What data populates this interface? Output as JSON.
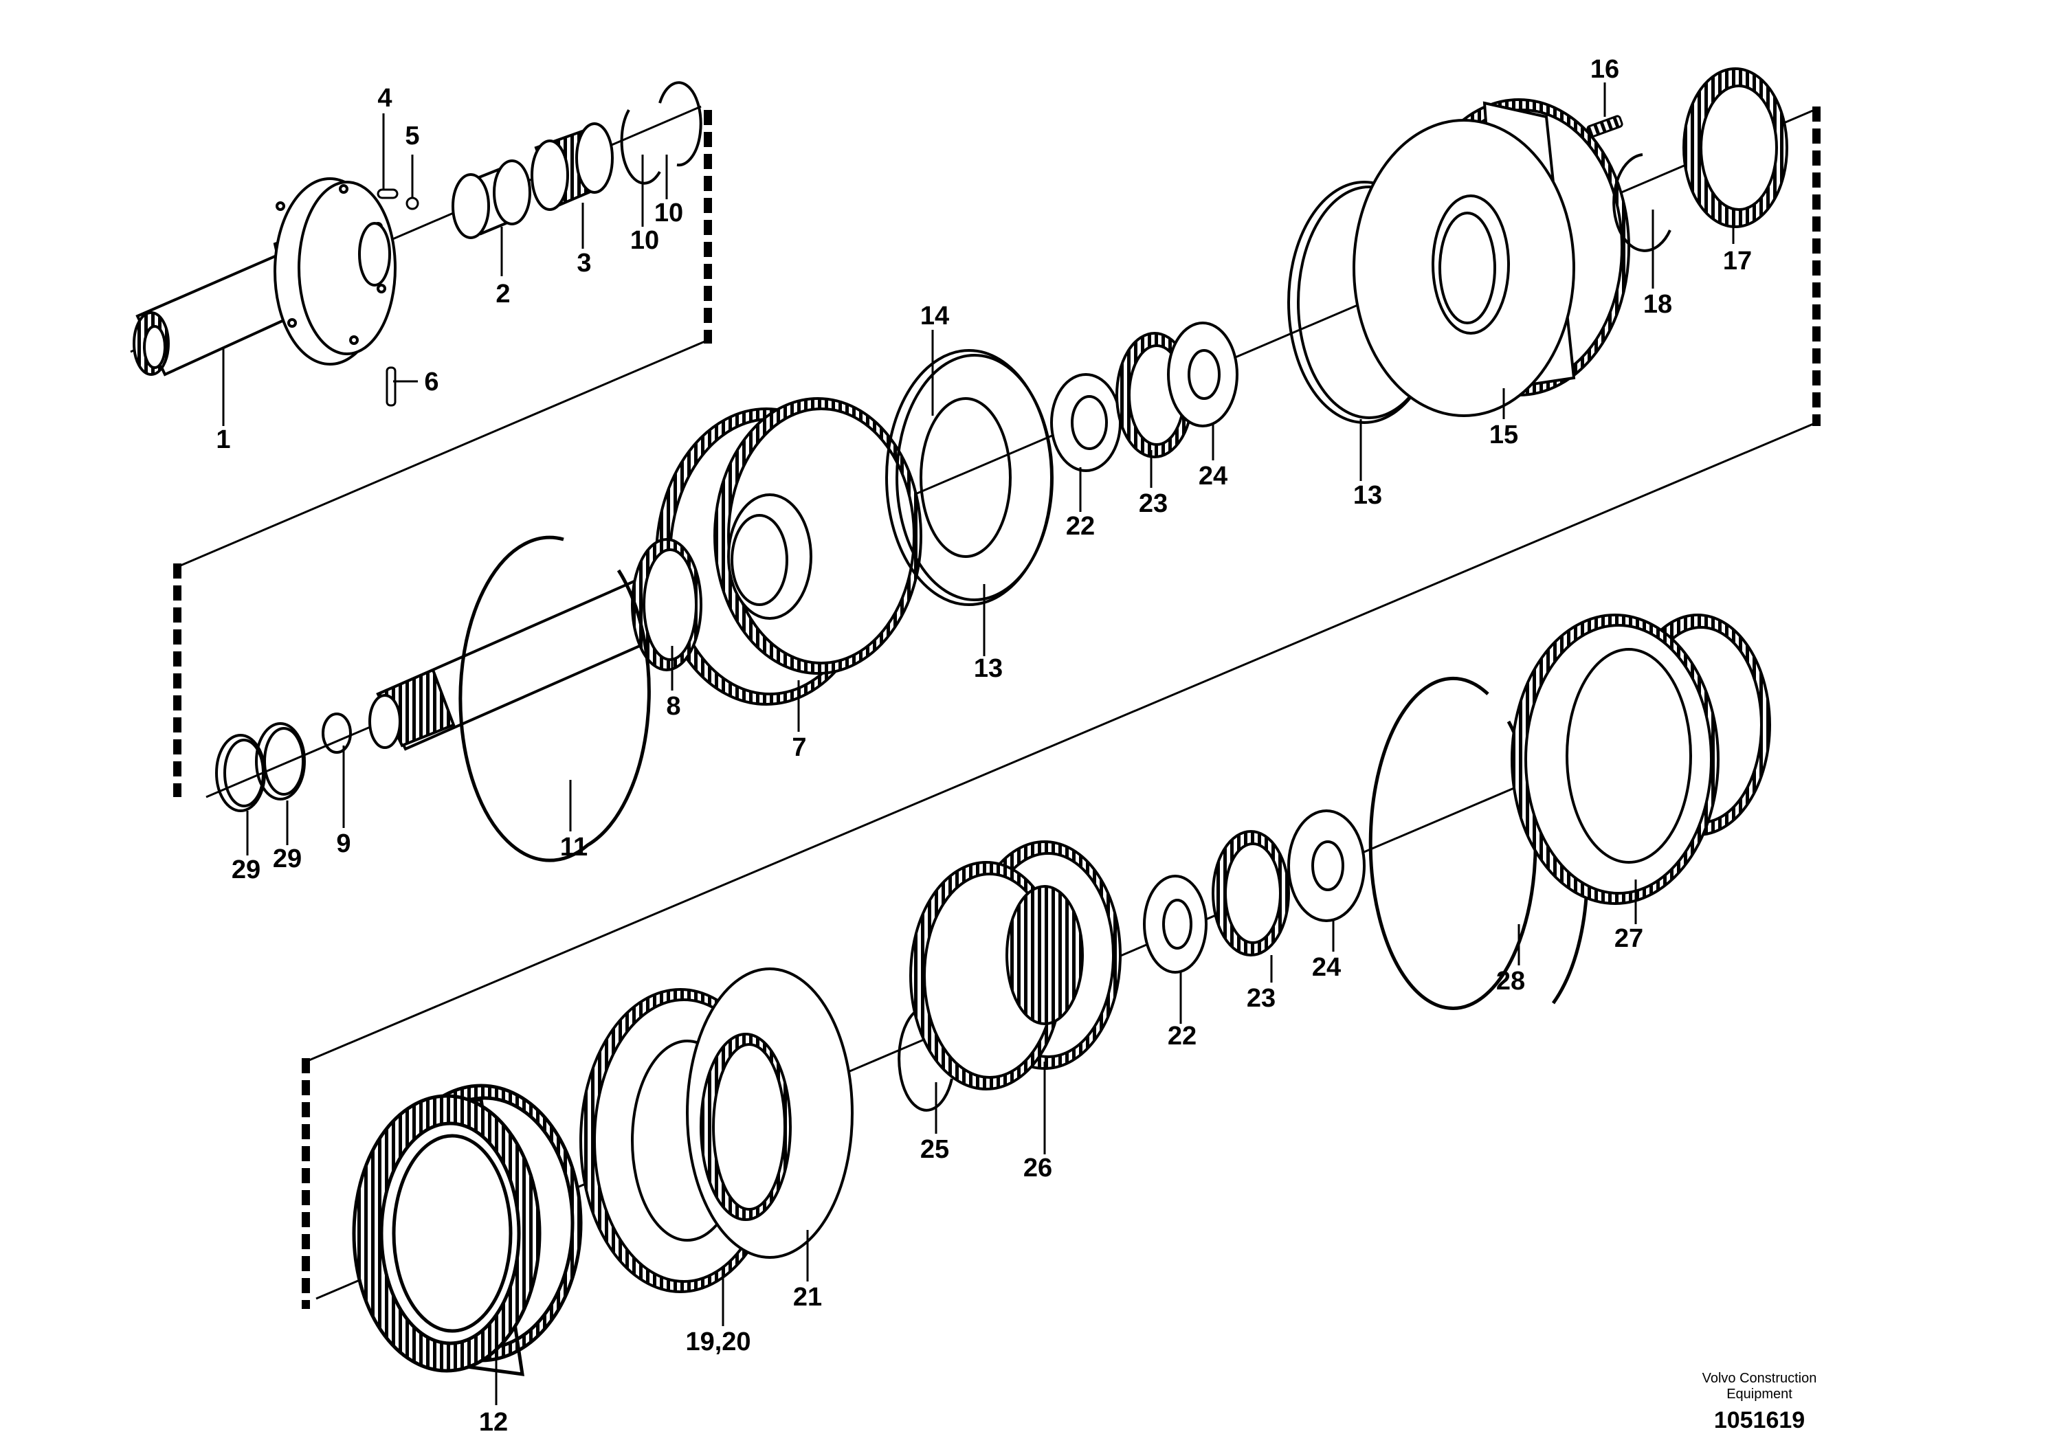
{
  "callouts": {
    "c1": "1",
    "c2": "2",
    "c3": "3",
    "c4": "4",
    "c5": "5",
    "c6": "6",
    "c7": "7",
    "c8": "8",
    "c9": "9",
    "c10a": "10",
    "c10b": "10",
    "c11": "11",
    "c12": "12",
    "c13a": "13",
    "c13b": "13",
    "c14": "14",
    "c15": "15",
    "c16": "16",
    "c17": "17",
    "c18": "18",
    "c19_20": "19,20",
    "c21": "21",
    "c22a": "22",
    "c22b": "22",
    "c23a": "23",
    "c23b": "23",
    "c24a": "24",
    "c24b": "24",
    "c25": "25",
    "c26": "26",
    "c27": "27",
    "c28": "28",
    "c29a": "29",
    "c29b": "29"
  },
  "footer": {
    "company_line1": "Volvo Construction",
    "company_line2": "Equipment",
    "drawing_number": "1051619"
  }
}
